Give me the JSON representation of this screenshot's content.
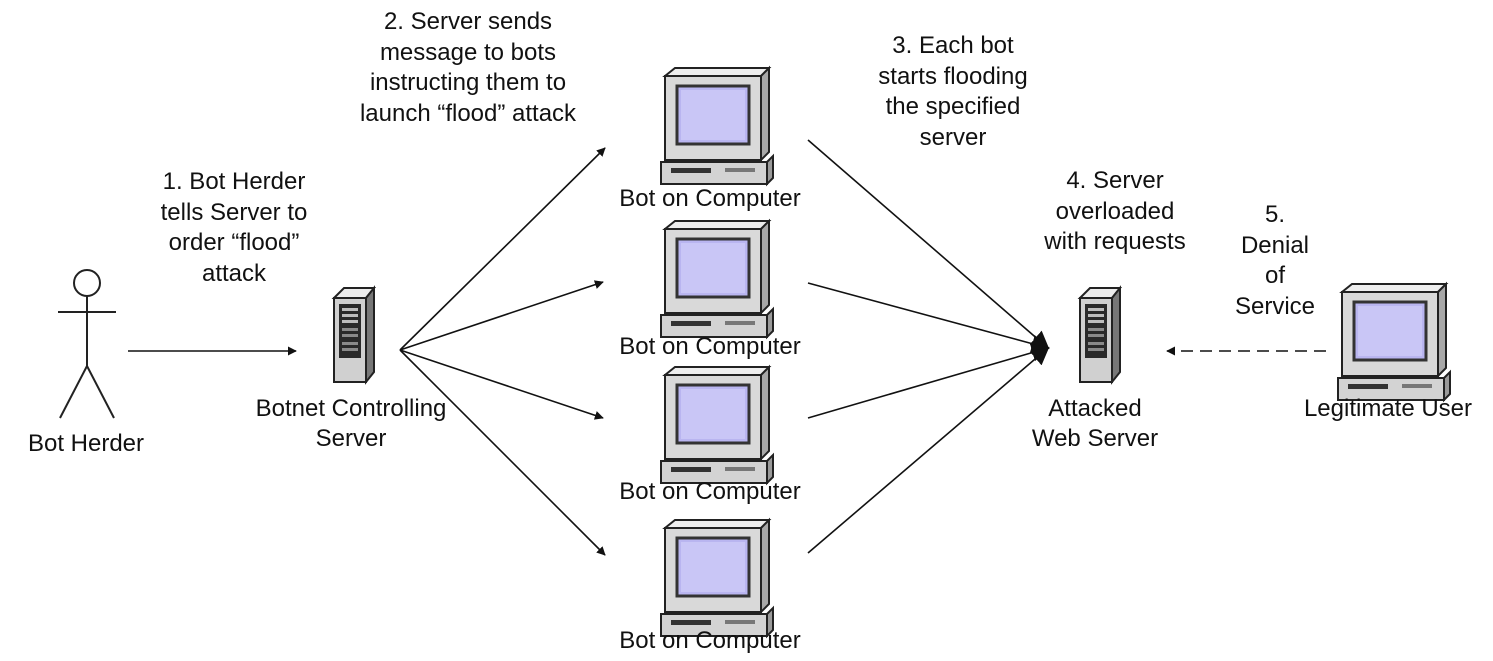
{
  "nodes": {
    "bot_herder": {
      "label": "Bot Herder",
      "icon": "stick-figure-icon"
    },
    "controlling_server": {
      "label_line1": "Botnet Controlling",
      "label_line2": "Server",
      "icon": "tower-server-icon"
    },
    "bot_1": {
      "label": "Bot on Computer",
      "icon": "computer-icon"
    },
    "bot_2": {
      "label": "Bot on Computer",
      "icon": "computer-icon"
    },
    "bot_3": {
      "label": "Bot on Computer",
      "icon": "computer-icon"
    },
    "bot_4": {
      "label": "Bot on Computer",
      "icon": "computer-icon"
    },
    "web_server": {
      "label_line1": "Attacked",
      "label_line2": "Web Server",
      "icon": "tower-server-icon"
    },
    "legit_user": {
      "label": "Legitimate User",
      "icon": "computer-icon"
    }
  },
  "steps": {
    "step1": [
      "1. Bot Herder",
      "tells Server to",
      "order “flood”",
      "attack"
    ],
    "step2": [
      "2. Server sends",
      "message to bots",
      "instructing them to",
      "launch “flood” attack"
    ],
    "step3": [
      "3. Each bot",
      "starts flooding",
      "the specified",
      "server"
    ],
    "step4": [
      "4. Server",
      "overloaded",
      "with requests"
    ],
    "step5": [
      "5.",
      "Denial",
      "of",
      "Service"
    ]
  },
  "colors": {
    "screen": "#b9b5f0",
    "case": "#d6d6d6",
    "case_dark": "#3a3a3a",
    "line": "#111111"
  }
}
